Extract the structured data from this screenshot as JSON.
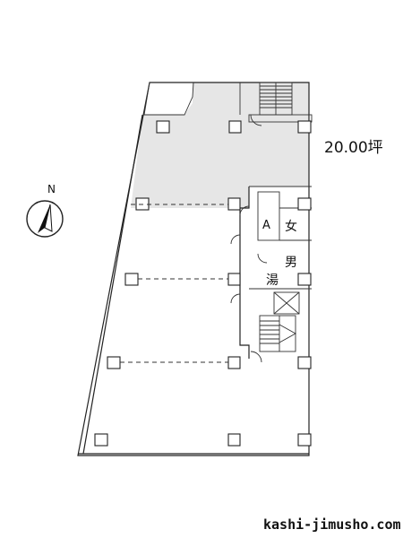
{
  "floor_plan": {
    "area_label": "20.00坪",
    "north_label": "N",
    "room_labels": {
      "storage": "A",
      "womens_toilet": "女",
      "mens_toilet": "男",
      "kitchenette": "湯"
    }
  },
  "footer": {
    "site": "kashi-jimusho.com"
  },
  "colors": {
    "highlight_fill": "#e6e6e6",
    "line": "#222222",
    "background": "#ffffff"
  }
}
